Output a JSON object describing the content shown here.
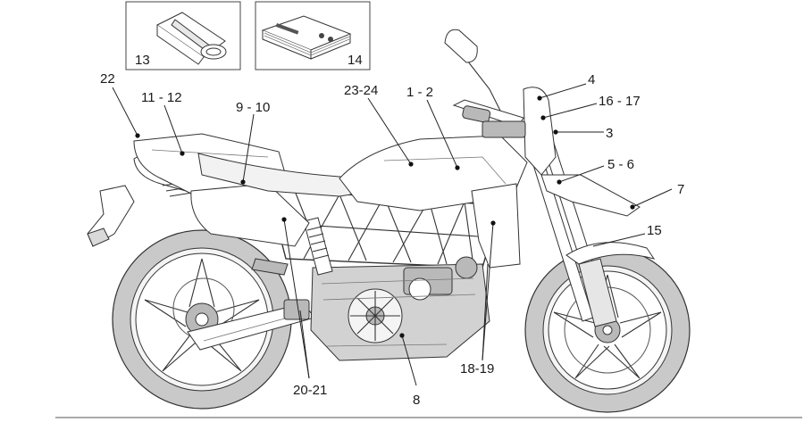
{
  "callouts": {
    "c1_2": "1 - 2",
    "c3": "3",
    "c4": "4",
    "c5_6": "5 - 6",
    "c7": "7",
    "c8": "8",
    "c9_10": "9 - 10",
    "c11_12": "11 - 12",
    "c13": "13",
    "c14": "14",
    "c15": "15",
    "c16_17": "16 - 17",
    "c18_19": "18-19",
    "c20_21": "20-21",
    "c22": "22",
    "c23_24": "23-24"
  },
  "colors": {
    "line": "#333333",
    "tire": "#c9c9c9",
    "mechanism": "#b9b9b9",
    "background": "#ffffff"
  }
}
